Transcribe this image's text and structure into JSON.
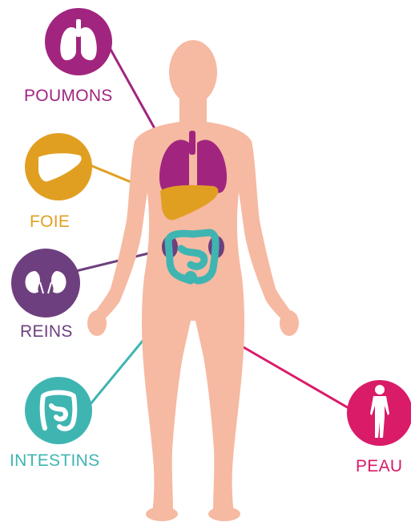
{
  "colors": {
    "lungs": "#a1257f",
    "liver": "#e19f22",
    "kidneys": "#6e3f7e",
    "intestines": "#3fb5b2",
    "skin": "#d91b68",
    "body": "#f6b9a2",
    "background": "#ffffff"
  },
  "organs": {
    "lungs": {
      "label": "POUMONS",
      "icon": "lungs-icon"
    },
    "liver": {
      "label": "FOIE",
      "icon": "liver-icon"
    },
    "kidneys": {
      "label": "REINS",
      "icon": "kidneys-icon"
    },
    "intestines": {
      "label": "INTESTINS",
      "icon": "intestines-icon"
    },
    "skin": {
      "label": "PEAU",
      "icon": "human-figure-icon"
    }
  }
}
